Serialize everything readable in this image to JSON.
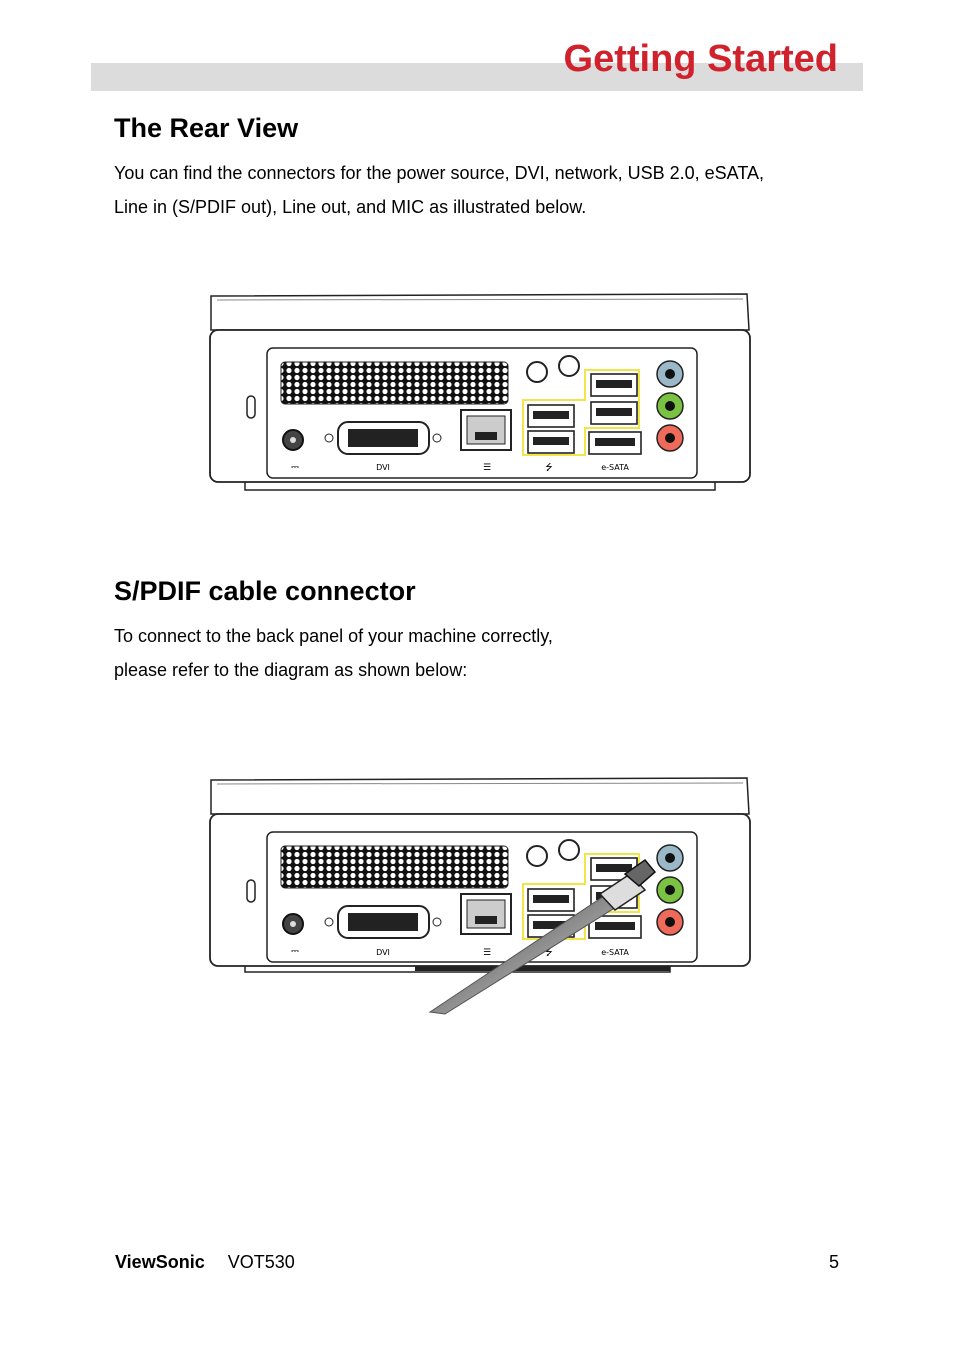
{
  "header": {
    "title": "Getting Started"
  },
  "sections": [
    {
      "heading": "The Rear View",
      "lines": [
        "You can find the connectors for the power source, DVI, network, USB 2.0,  eSATA,",
        "Line in (S/PDIF out), Line out, and MIC as illustrated below."
      ]
    },
    {
      "heading": "S/PDIF cable connector",
      "lines": [
        "To connect to the back panel of your machine correctly,",
        "please refer to the diagram as shown below:"
      ]
    }
  ],
  "diagram": {
    "port_labels": {
      "power": "⎓",
      "dvi": "DVI",
      "network": "☰",
      "usb": "⭍",
      "esata": "e-SATA"
    },
    "audio_jack_colors": [
      "#9ab8c8",
      "#7cc242",
      "#ee6a5a"
    ],
    "highlight_color": "#f0e64a"
  },
  "footer": {
    "brand": "ViewSonic",
    "model": "VOT530",
    "page_number": "5"
  }
}
